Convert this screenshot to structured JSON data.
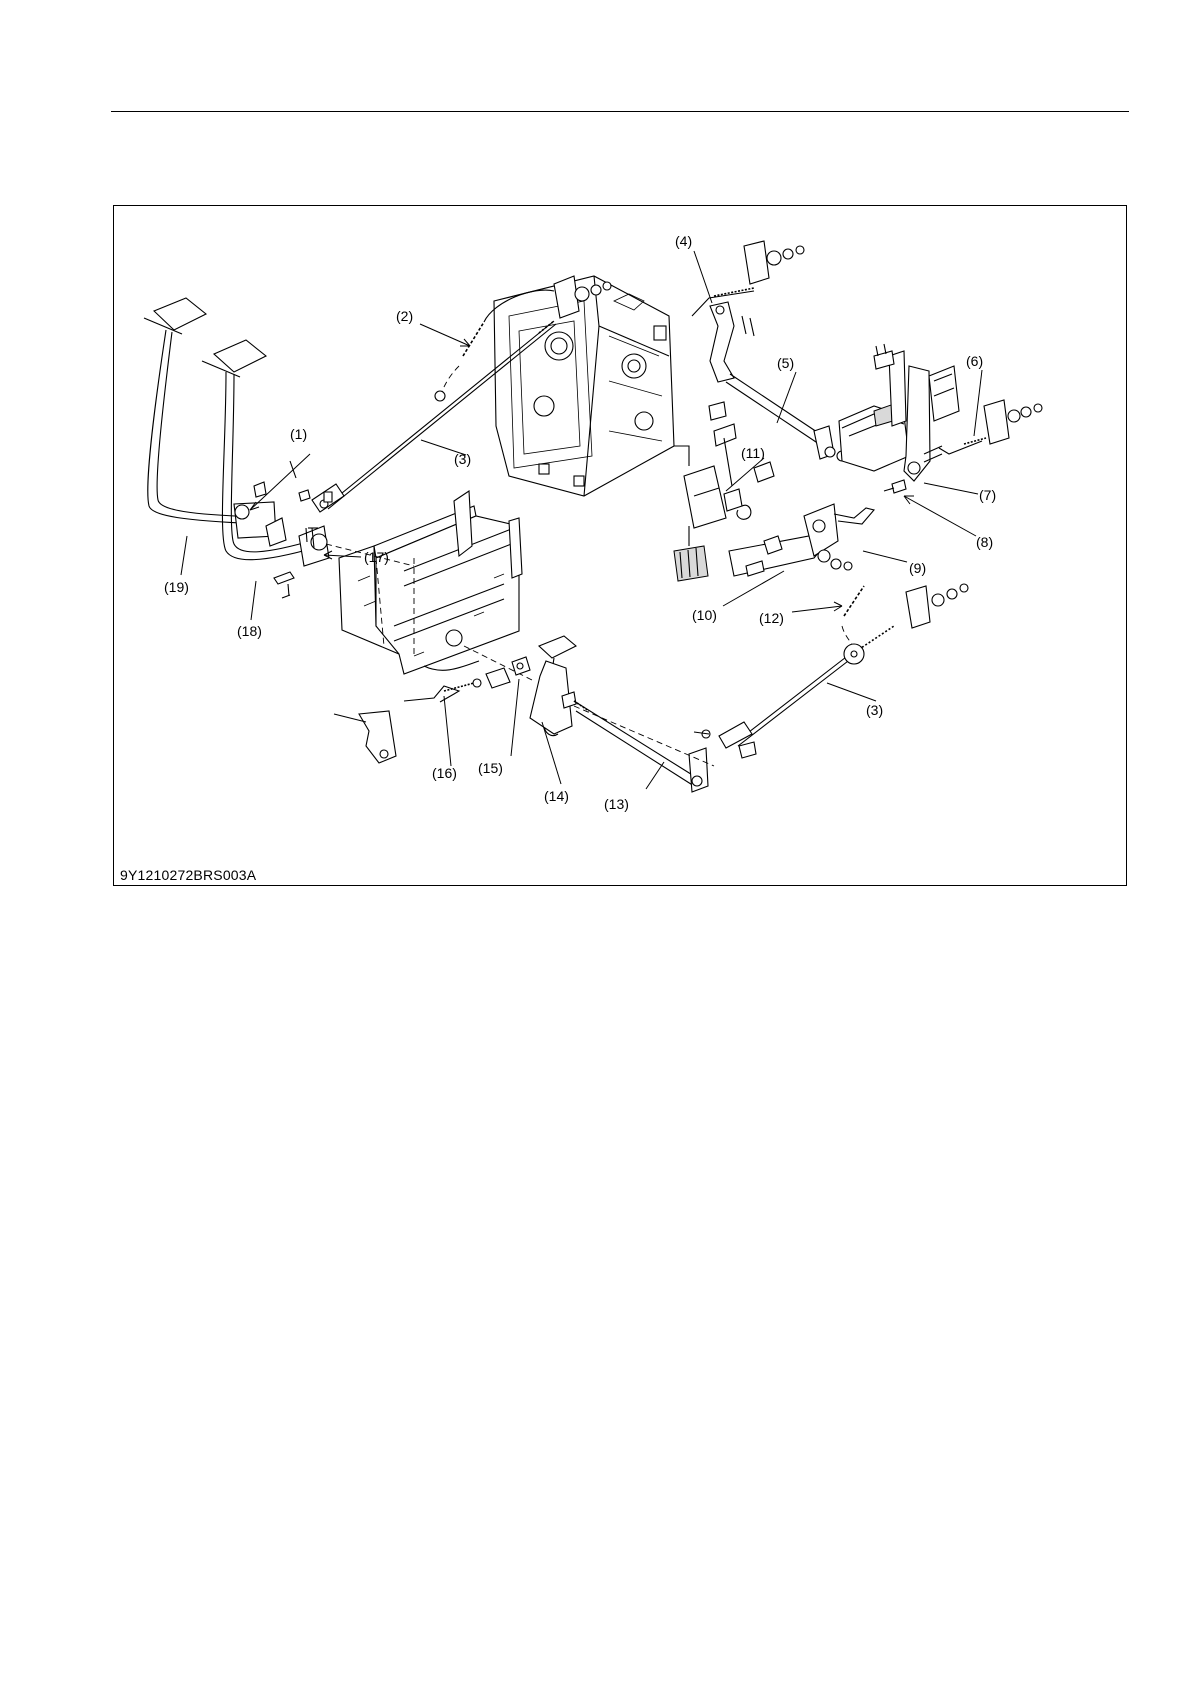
{
  "figure": {
    "id_code": "9Y1210272BRS003A",
    "callouts": [
      {
        "label": "(1)"
      },
      {
        "label": "(2)"
      },
      {
        "label": "(3)"
      },
      {
        "label": "(3)"
      },
      {
        "label": "(4)"
      },
      {
        "label": "(5)"
      },
      {
        "label": "(6)"
      },
      {
        "label": "(7)"
      },
      {
        "label": "(8)"
      },
      {
        "label": "(9)"
      },
      {
        "label": "(10)"
      },
      {
        "label": "(11)"
      },
      {
        "label": "(12)"
      },
      {
        "label": "(13)"
      },
      {
        "label": "(14)"
      },
      {
        "label": "(15)"
      },
      {
        "label": "(16)"
      },
      {
        "label": "(17)"
      },
      {
        "label": "(18)"
      },
      {
        "label": "(19)"
      }
    ]
  }
}
